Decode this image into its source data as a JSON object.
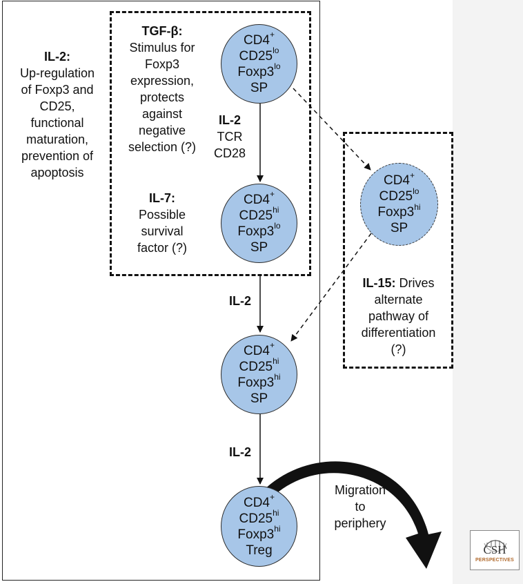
{
  "cells": {
    "cell1": {
      "line1": "CD4",
      "sup1": "+",
      "line2": "CD25",
      "sup2": "lo",
      "line3": "Foxp3",
      "sup3": "lo",
      "line4": "SP"
    },
    "cell2": {
      "line1": "CD4",
      "sup1": "+",
      "line2": "CD25",
      "sup2": "hi",
      "line3": "Foxp3",
      "sup3": "lo",
      "line4": "SP"
    },
    "cell3": {
      "line1": "CD4",
      "sup1": "+",
      "line2": "CD25",
      "sup2": "hi",
      "line3": "Foxp3",
      "sup3": "hi",
      "line4": "SP"
    },
    "cell4": {
      "line1": "CD4",
      "sup1": "+",
      "line2": "CD25",
      "sup2": "hi",
      "line3": "Foxp3",
      "sup3": "hi",
      "line4": "Treg"
    },
    "cell_alt": {
      "line1": "CD4",
      "sup1": "+",
      "line2": "CD25",
      "sup2": "lo",
      "line3": "Foxp3",
      "sup3": "hi",
      "line4": "SP"
    }
  },
  "annotations": {
    "il2_left": {
      "title": "IL-2:",
      "lines": [
        "Up-regulation",
        "of Foxp3 and",
        "CD25,",
        "functional",
        "maturation,",
        "prevention of",
        "apoptosis"
      ]
    },
    "tgf": {
      "title": "TGF-β:",
      "lines": [
        "Stimulus for",
        "Foxp3",
        "expression,",
        "protects",
        "against",
        "negative",
        "selection (?)"
      ]
    },
    "il7": {
      "title": "IL-7:",
      "lines": [
        "Possible",
        "survival",
        "factor (?)"
      ]
    },
    "signal1": {
      "title": "IL-2",
      "lines": [
        "TCR",
        "CD28"
      ]
    },
    "signal2": "IL-2",
    "signal3": "IL-2",
    "il15": {
      "title": "IL-15:",
      "title_rest": " Drives",
      "lines": [
        "alternate",
        "pathway of",
        "differentiation",
        "(?)"
      ]
    },
    "migration": [
      "Migration",
      "to",
      "periphery"
    ]
  },
  "logo": {
    "main": "CSH",
    "sub": "PERSPECTIVES"
  }
}
